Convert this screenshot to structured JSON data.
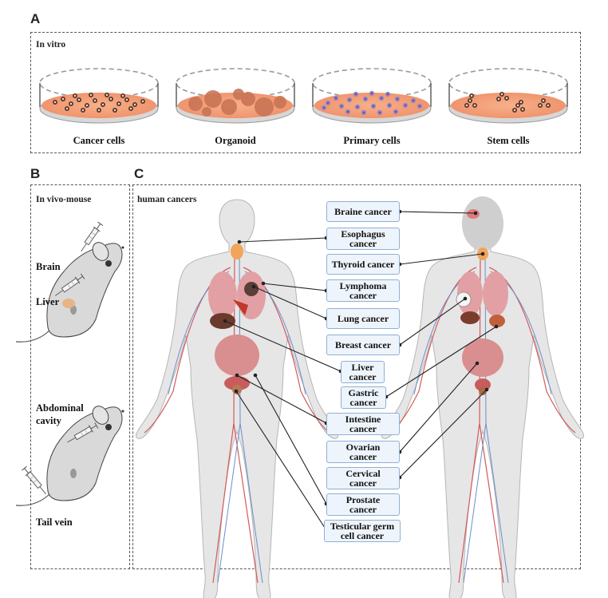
{
  "panels": {
    "a": {
      "letter": "A",
      "title": "In vitro",
      "dishes": [
        {
          "label": "Cancer cells"
        },
        {
          "label": "Organoid"
        },
        {
          "label": "Primary cells"
        },
        {
          "label": "Stem cells"
        }
      ]
    },
    "b": {
      "letter": "B",
      "title": "In vivo-mouse",
      "top_mouse": {
        "site1": "Brain",
        "site2": "Liver"
      },
      "bottom_mouse": {
        "site1": "Abdominal\ncavity",
        "site2": "Tail vein"
      }
    },
    "c": {
      "letter": "C",
      "title": "human cancers",
      "labels": [
        "Braine cancer",
        "Esophagus\ncancer",
        "Thyroid cancer",
        "Lymphoma\ncancer",
        "Lung cancer",
        "Breast cancer",
        "Liver\ncancer",
        "Gastric\ncancer",
        "Intestine\ncancer",
        "Ovarian\ncancer",
        "Cervical\ncancer",
        "Prostate\ncancer",
        "Testicular germ\ncell cancer"
      ]
    }
  },
  "colors": {
    "dish_medium": "#f4a07a",
    "organ_red": "#d96a6a",
    "vein_blue": "#6b8fc9",
    "label_fill": "#eef4fb",
    "label_border": "#8fb0d6",
    "body_fill": "#e6e6e6"
  }
}
